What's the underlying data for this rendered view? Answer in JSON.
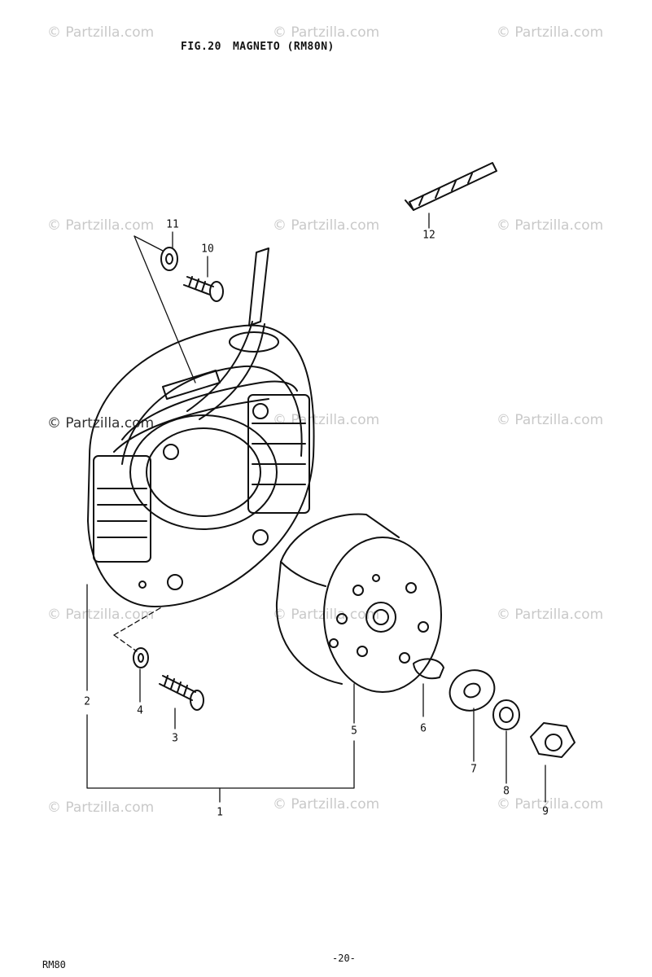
{
  "header": {
    "fig_label": "FIG.20",
    "title": "MAGNETO (RM80N)"
  },
  "watermark": {
    "text": "© Partzilla.com"
  },
  "callouts": [
    "1",
    "2",
    "3",
    "4",
    "5",
    "6",
    "7",
    "8",
    "9",
    "10",
    "11",
    "12"
  ],
  "footer": {
    "model": "RM80",
    "page_number": "-20-"
  },
  "parts": {
    "stator_plate": "stator-plate",
    "rotor": "magneto-rotor",
    "key": "woodruff-key",
    "washer": "washer",
    "lock_washer": "lock-washer",
    "nut": "rotor-nut",
    "screw_lower": "stator-screw",
    "screw_upper": "screw",
    "lead_wire": "lead-wire",
    "clamp": "clamp"
  }
}
